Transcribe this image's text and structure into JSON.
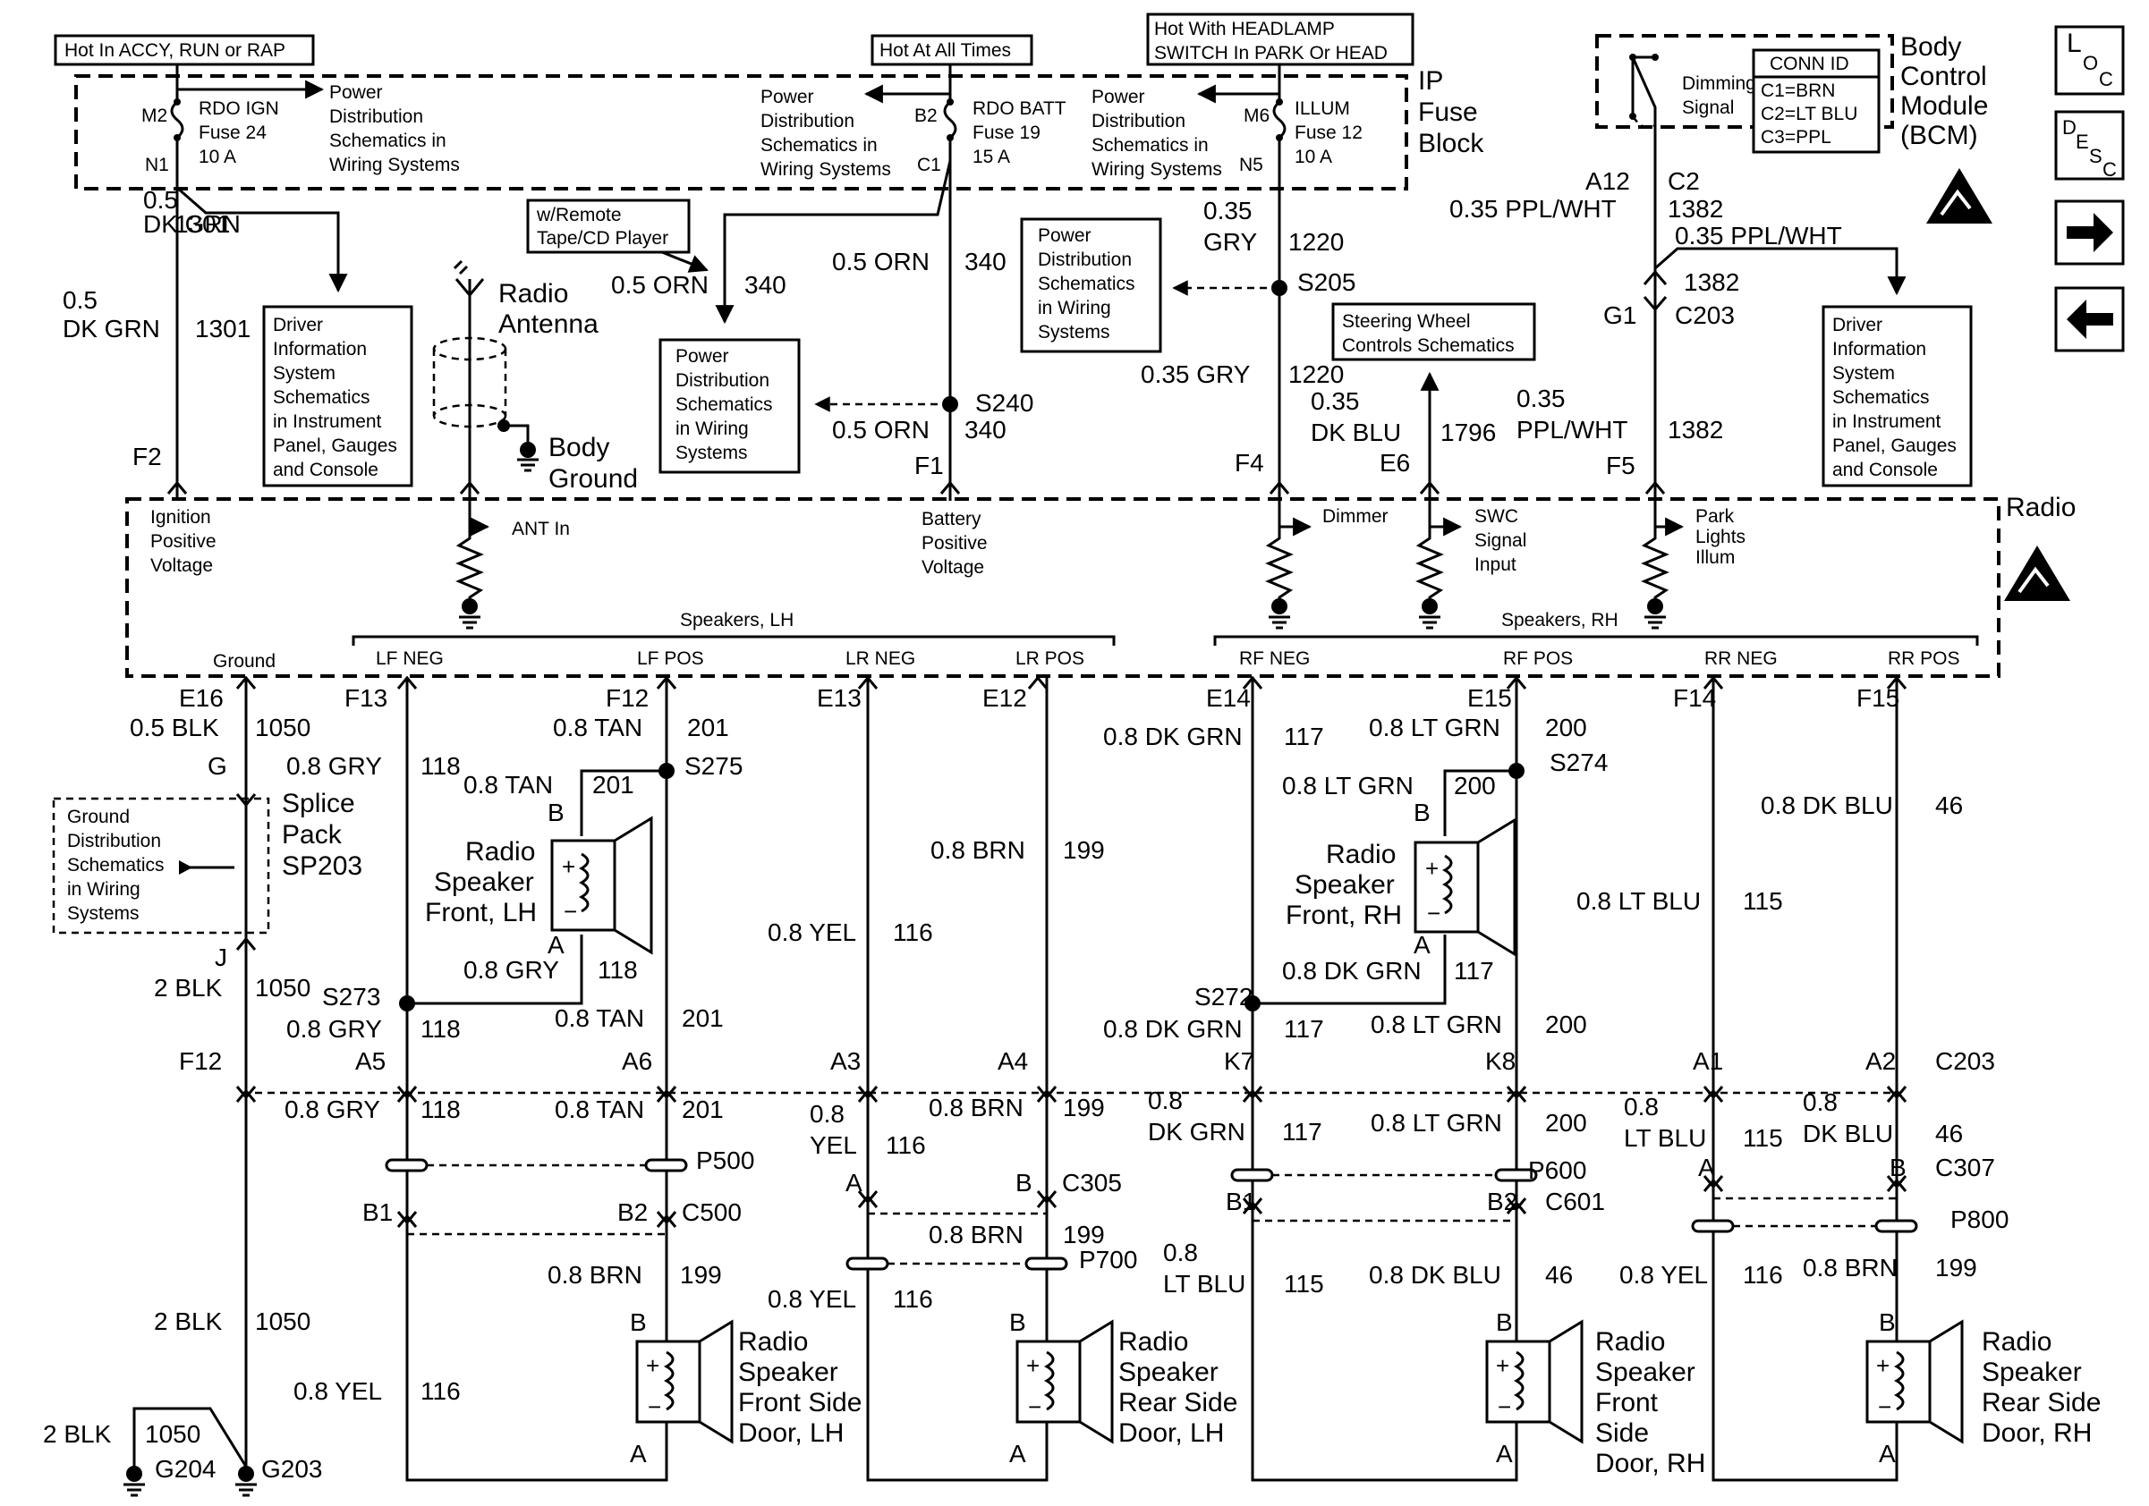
{
  "headers": {
    "accy": "Hot In ACCY, RUN or RAP",
    "all_times": "Hot At All Times",
    "headlamp_1": "Hot With HEADLAMP",
    "headlamp_2": "SWITCH In PARK Or HEAD"
  },
  "fuse_block": {
    "title_1": "IP",
    "title_2": "Fuse",
    "title_3": "Block",
    "fuse24": {
      "pin_in": "M2",
      "pin_out": "N1",
      "name": "RDO IGN",
      "fuse": "Fuse 24",
      "amps": "10 A"
    },
    "fuse19": {
      "pin_in": "B2",
      "pin_out": "C1",
      "name": "RDO BATT",
      "fuse": "Fuse 19",
      "amps": "15 A"
    },
    "fuse12": {
      "pin_in": "M6",
      "pin_out": "N5",
      "name": "ILLUM",
      "fuse": "Fuse 12",
      "amps": "10 A"
    }
  },
  "refs": {
    "pds_a": [
      "Power",
      "Distribution",
      "Schematics in",
      "Wiring Systems"
    ],
    "pds_b": [
      "Power",
      "Distribution",
      "Schematics in",
      "Wiring Systems"
    ],
    "pds_c": [
      "Power",
      "Distribution",
      "Schematics in",
      "Wiring Systems"
    ],
    "pds_d": [
      "Power",
      "Distribution",
      "Schematics",
      "in Wiring",
      "Systems"
    ],
    "pds_e": [
      "Power",
      "Distribution",
      "Schematics",
      "in Wiring",
      "Systems"
    ],
    "dis_l": [
      "Driver",
      "Information",
      "System",
      "Schematics",
      "in Instrument",
      "Panel, Gauges",
      "and Console"
    ],
    "dis_r": [
      "Driver",
      "Information",
      "System",
      "Schematics",
      "in Instrument",
      "Panel, Gauges",
      "and Console"
    ],
    "remote": [
      "w/Remote",
      "Tape/CD Player"
    ],
    "steering": [
      "Steering Wheel",
      "Controls Schematics"
    ],
    "ground_dist": [
      "Ground",
      "Distribution",
      "Schematics",
      "in Wiring",
      "Systems"
    ]
  },
  "bcm": {
    "title": [
      "Body",
      "Control",
      "Module",
      "(BCM)"
    ],
    "dimming": [
      "Dimming",
      "Signal"
    ],
    "conn_id_title": "CONN ID",
    "conn_ids": [
      "C1=BRN",
      "C2=LT BLU",
      "C3=PPL"
    ]
  },
  "nav": {
    "loc": "LOC",
    "desc": "DESC",
    "next": "→",
    "prev": "←"
  },
  "radio": {
    "title": "Radio",
    "ign_pos": [
      "Ignition",
      "Positive",
      "Voltage"
    ],
    "bat_pos": [
      "Battery",
      "Positive",
      "Voltage"
    ],
    "ant_in": "ANT In",
    "dimmer": "Dimmer",
    "swc": [
      "SWC",
      "Signal",
      "Input"
    ],
    "park": [
      "Park",
      "Lights",
      "Illum"
    ],
    "spk_lh": "Speakers, LH",
    "spk_rh": "Speakers, RH",
    "ground": "Ground",
    "pins": [
      "LF NEG",
      "LF POS",
      "LR NEG",
      "LR POS",
      "RF NEG",
      "RF POS",
      "RR NEG",
      "RR POS"
    ]
  },
  "antenna": [
    "Radio",
    "Antenna"
  ],
  "body_ground": [
    "Body",
    "Ground"
  ],
  "splice_pack": [
    "Splice",
    "Pack",
    "SP203"
  ],
  "speakers": {
    "front_lh": [
      "Radio",
      "Speaker",
      "Front, LH"
    ],
    "front_rh": [
      "Radio",
      "Speaker",
      "Front, RH"
    ],
    "fs_door_lh": [
      "Radio",
      "Speaker",
      "Front Side",
      "Door, LH"
    ],
    "rs_door_lh": [
      "Radio",
      "Speaker",
      "Rear Side",
      "Door, LH"
    ],
    "f_door_rh": [
      "Radio",
      "Speaker",
      "Front",
      "Side",
      "Door, RH"
    ],
    "rs_door_rh": [
      "Radio",
      "Speaker",
      "Rear Side",
      "Door, RH"
    ]
  },
  "labels": [
    [
      "0.5",
      160,
      233,
      "t"
    ],
    [
      "DK GRN",
      160,
      260,
      "t"
    ],
    [
      "1301",
      195,
      260,
      "t"
    ],
    [
      "0.5",
      70,
      345,
      "t"
    ],
    [
      "DK GRN",
      70,
      377,
      "t"
    ],
    [
      "1301",
      218,
      377,
      "t"
    ],
    [
      "F2",
      148,
      520,
      "t"
    ],
    [
      "0.5 ORN",
      683,
      328,
      "t"
    ],
    [
      "340",
      832,
      328,
      "t"
    ],
    [
      "0.5 ORN",
      930,
      302,
      "t"
    ],
    [
      "340",
      1078,
      302,
      "t"
    ],
    [
      "S240",
      1090,
      460,
      "t"
    ],
    [
      "0.5 ORN",
      930,
      490,
      "t"
    ],
    [
      "340",
      1078,
      490,
      "t"
    ],
    [
      "F1",
      1022,
      530,
      "t"
    ],
    [
      "0.35",
      1345,
      245,
      "t"
    ],
    [
      "GRY",
      1345,
      280,
      "t"
    ],
    [
      "1220",
      1440,
      280,
      "t"
    ],
    [
      "S205",
      1450,
      325,
      "t"
    ],
    [
      "0.35 GRY",
      1275,
      428,
      "t"
    ],
    [
      "1220",
      1440,
      428,
      "t"
    ],
    [
      "0.35",
      1465,
      458,
      "t"
    ],
    [
      "DK BLU",
      1465,
      493,
      "t"
    ],
    [
      "1796",
      1610,
      493,
      "t"
    ],
    [
      "E6",
      1542,
      527,
      "t"
    ],
    [
      "F4",
      1380,
      527,
      "t"
    ],
    [
      "A12",
      1772,
      212,
      "t"
    ],
    [
      "C2",
      1864,
      212,
      "t"
    ],
    [
      "0.35 PPL/WHT",
      1620,
      243,
      "t"
    ],
    [
      "1382",
      1864,
      243,
      "t"
    ],
    [
      "0.35 PPL/WHT",
      1872,
      273,
      "t"
    ],
    [
      "1382",
      1882,
      325,
      "t"
    ],
    [
      "G1",
      1792,
      362,
      "t"
    ],
    [
      "C203",
      1872,
      362,
      "t"
    ],
    [
      "0.35",
      1695,
      455,
      "t"
    ],
    [
      "PPL/WHT",
      1695,
      490,
      "t"
    ],
    [
      "1382",
      1864,
      490,
      "t"
    ],
    [
      "F5",
      1795,
      530,
      "t"
    ],
    [
      "E16",
      200,
      790,
      "t"
    ],
    [
      "0.5 BLK",
      145,
      823,
      "t"
    ],
    [
      "1050",
      285,
      823,
      "t"
    ],
    [
      "G",
      232,
      866,
      "t"
    ],
    [
      "F13",
      385,
      790,
      "t"
    ],
    [
      "0.8 GRY",
      320,
      866,
      "t"
    ],
    [
      "118",
      470,
      866,
      "t"
    ],
    [
      "F12",
      677,
      790,
      "t"
    ],
    [
      "0.8 TAN",
      618,
      823,
      "t"
    ],
    [
      "201",
      768,
      823,
      "t"
    ],
    [
      "S275",
      765,
      866,
      "t"
    ],
    [
      "0.8 TAN",
      518,
      887,
      "t"
    ],
    [
      "201",
      662,
      887,
      "t"
    ],
    [
      "B",
      612,
      918,
      "t"
    ],
    [
      "A",
      612,
      1066,
      "t"
    ],
    [
      "0.8 GRY",
      518,
      1094,
      "t"
    ],
    [
      "118",
      668,
      1094,
      "t"
    ],
    [
      "J",
      240,
      1080,
      "t"
    ],
    [
      "2 BLK",
      172,
      1114,
      "t"
    ],
    [
      "1050",
      285,
      1114,
      "t"
    ],
    [
      "S273",
      360,
      1124,
      "t"
    ],
    [
      "0.8 GRY",
      320,
      1160,
      "t"
    ],
    [
      "118",
      470,
      1160,
      "t"
    ],
    [
      "0.8 TAN",
      620,
      1148,
      "t"
    ],
    [
      "201",
      762,
      1148,
      "t"
    ],
    [
      "F12",
      200,
      1196,
      "t"
    ],
    [
      "A5",
      397,
      1196,
      "t"
    ],
    [
      "A6",
      695,
      1196,
      "t"
    ],
    [
      "A3",
      928,
      1196,
      "t"
    ],
    [
      "A4",
      1115,
      1196,
      "t"
    ],
    [
      "E13",
      913,
      790,
      "t"
    ],
    [
      "E12",
      1098,
      790,
      "t"
    ],
    [
      "0.8 BRN",
      1040,
      960,
      "t"
    ],
    [
      "199",
      1188,
      960,
      "t"
    ],
    [
      "0.8 YEL",
      858,
      1052,
      "t"
    ],
    [
      "116",
      998,
      1052,
      "t"
    ],
    [
      "E14",
      1348,
      790,
      "t"
    ],
    [
      "0.8 DK GRN",
      1233,
      833,
      "t"
    ],
    [
      "117",
      1435,
      833,
      "t"
    ],
    [
      "E15",
      1640,
      790,
      "t"
    ],
    [
      "0.8 LT GRN",
      1530,
      823,
      "t"
    ],
    [
      "200",
      1727,
      823,
      "t"
    ],
    [
      "S274",
      1732,
      862,
      "t"
    ],
    [
      "0.8 LT GRN",
      1433,
      888,
      "t"
    ],
    [
      "200",
      1625,
      888,
      "t"
    ],
    [
      "B",
      1580,
      918,
      "t"
    ],
    [
      "A",
      1580,
      1066,
      "t"
    ],
    [
      "0.8 DK GRN",
      1433,
      1095,
      "t"
    ],
    [
      "117",
      1625,
      1095,
      "t"
    ],
    [
      "S272",
      1335,
      1124,
      "t"
    ],
    [
      "0.8 DK GRN",
      1233,
      1160,
      "t"
    ],
    [
      "117",
      1435,
      1160,
      "t"
    ],
    [
      "0.8 LT GRN",
      1532,
      1155,
      "t"
    ],
    [
      "200",
      1727,
      1155,
      "t"
    ],
    [
      "K7",
      1368,
      1196,
      "t"
    ],
    [
      "K8",
      1660,
      1196,
      "t"
    ],
    [
      "F14",
      1870,
      790,
      "t"
    ],
    [
      "F15",
      2075,
      790,
      "t"
    ],
    [
      "0.8 DK BLU",
      1968,
      910,
      "t"
    ],
    [
      "46",
      2163,
      910,
      "t"
    ],
    [
      "0.8 LT BLU",
      1762,
      1017,
      "t"
    ],
    [
      "115",
      1948,
      1017,
      "t"
    ],
    [
      "A1",
      1892,
      1196,
      "t"
    ],
    [
      "A2",
      2085,
      1196,
      "t"
    ],
    [
      "C203",
      2163,
      1196,
      "t"
    ],
    [
      "0.8 GRY",
      318,
      1250,
      "t"
    ],
    [
      "118",
      470,
      1250,
      "t"
    ],
    [
      "0.8 TAN",
      620,
      1250,
      "t"
    ],
    [
      "201",
      762,
      1250,
      "t"
    ],
    [
      "0.8",
      905,
      1255,
      "t"
    ],
    [
      "YEL",
      905,
      1290,
      "t"
    ],
    [
      "116",
      990,
      1290,
      "t"
    ],
    [
      "0.8 BRN",
      1038,
      1248,
      "t"
    ],
    [
      "199",
      1188,
      1248,
      "t"
    ],
    [
      "0.8",
      1283,
      1240,
      "t"
    ],
    [
      "DK GRN",
      1283,
      1275,
      "t"
    ],
    [
      "117",
      1433,
      1275,
      "t"
    ],
    [
      "0.8 LT GRN",
      1532,
      1265,
      "t"
    ],
    [
      "200",
      1727,
      1265,
      "t"
    ],
    [
      "0.8",
      1815,
      1247,
      "t"
    ],
    [
      "LT BLU",
      1815,
      1282,
      "t"
    ],
    [
      "115",
      1948,
      1282,
      "t"
    ],
    [
      "0.8",
      2015,
      1242,
      "t"
    ],
    [
      "DK BLU",
      2015,
      1277,
      "t"
    ],
    [
      "46",
      2163,
      1277,
      "t"
    ],
    [
      "P500",
      778,
      1307,
      "t"
    ],
    [
      "A",
      945,
      1332,
      "t"
    ],
    [
      "B",
      1135,
      1332,
      "t"
    ],
    [
      "C305",
      1187,
      1332,
      "t"
    ],
    [
      "P600",
      1708,
      1318,
      "t"
    ],
    [
      "A",
      1898,
      1315,
      "t"
    ],
    [
      "B",
      2112,
      1315,
      "t"
    ],
    [
      "C307",
      2163,
      1315,
      "t"
    ],
    [
      "B1",
      405,
      1365,
      "t"
    ],
    [
      "B2",
      690,
      1365,
      "t"
    ],
    [
      "C500",
      762,
      1365,
      "t"
    ],
    [
      "B1",
      1370,
      1353,
      "t"
    ],
    [
      "B2",
      1662,
      1353,
      "t"
    ],
    [
      "C601",
      1727,
      1353,
      "t"
    ],
    [
      "0.8 BRN",
      1038,
      1390,
      "t"
    ],
    [
      "199",
      1188,
      1390,
      "t"
    ],
    [
      "P700",
      1206,
      1418,
      "t"
    ],
    [
      "P800",
      2180,
      1373,
      "t"
    ],
    [
      "0.8",
      1300,
      1410,
      "t"
    ],
    [
      "LT BLU",
      1300,
      1445,
      "t"
    ],
    [
      "115",
      1435,
      1445,
      "t"
    ],
    [
      "0.8 BRN",
      612,
      1435,
      "t"
    ],
    [
      "199",
      760,
      1435,
      "t"
    ],
    [
      "0.8 DK BLU",
      1530,
      1435,
      "t"
    ],
    [
      "46",
      1727,
      1435,
      "t"
    ],
    [
      "0.8 YEL",
      1810,
      1435,
      "t"
    ],
    [
      "116",
      1948,
      1435,
      "t"
    ],
    [
      "0.8 BRN",
      2015,
      1427,
      "t"
    ],
    [
      "199",
      2163,
      1427,
      "t"
    ],
    [
      "0.8 YEL",
      858,
      1462,
      "t"
    ],
    [
      "116",
      998,
      1462,
      "t"
    ],
    [
      "2 BLK",
      172,
      1487,
      "t"
    ],
    [
      "1050",
      285,
      1487,
      "t"
    ],
    [
      "B",
      704,
      1488,
      "t"
    ],
    [
      "B",
      1128,
      1488,
      "t"
    ],
    [
      "B",
      1672,
      1488,
      "t"
    ],
    [
      "B",
      2100,
      1488,
      "t"
    ],
    [
      "0.8 YEL",
      328,
      1565,
      "t"
    ],
    [
      "116",
      470,
      1565,
      "t"
    ],
    [
      "2 BLK",
      48,
      1613,
      "t"
    ],
    [
      "1050",
      162,
      1613,
      "t"
    ],
    [
      "A",
      704,
      1635,
      "t"
    ],
    [
      "A",
      1128,
      1635,
      "t"
    ],
    [
      "A",
      1672,
      1635,
      "t"
    ],
    [
      "A",
      2100,
      1635,
      "t"
    ],
    [
      "G204",
      173,
      1652,
      "t"
    ],
    [
      "G203",
      292,
      1652,
      "t"
    ]
  ]
}
